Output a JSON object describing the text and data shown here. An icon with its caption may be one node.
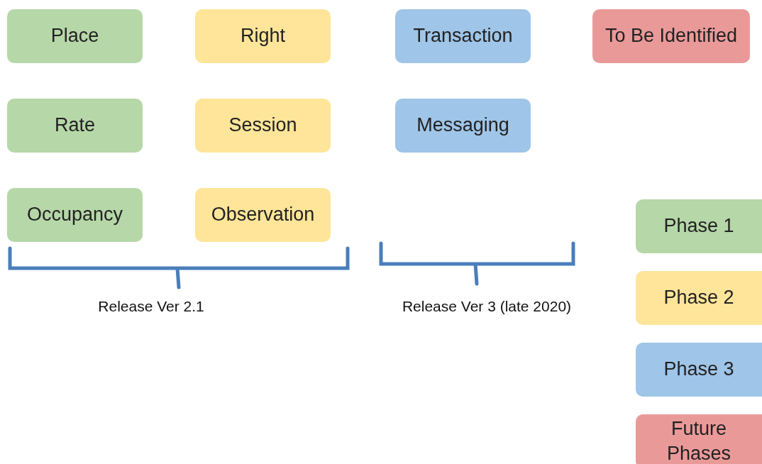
{
  "diagram": {
    "nodes": [
      {
        "text": [
          "Place"
        ]
      },
      {
        "text": [
          "Right"
        ]
      },
      {
        "text": [
          "Transaction"
        ]
      },
      {
        "text": [
          "To Be Identified"
        ]
      },
      {
        "text": [
          "Rate"
        ]
      },
      {
        "text": [
          "Session"
        ]
      },
      {
        "text": [
          "Messaging"
        ]
      },
      {
        "text": [
          "Occupancy"
        ]
      },
      {
        "text": [
          "Observation"
        ]
      }
    ],
    "edges": [],
    "labels": [
      "Release Ver 2.1",
      "Release Ver 3 (late 2020)"
    ],
    "legend": [
      {
        "text": "Phase 1",
        "color": "#b6d7a8"
      },
      {
        "text": "Phase 2",
        "color": "#ffe599"
      },
      {
        "text": "Phase 3",
        "color": "#9fc5e8"
      },
      {
        "text": "Future Phases",
        "color": "#ea9999"
      }
    ]
  }
}
